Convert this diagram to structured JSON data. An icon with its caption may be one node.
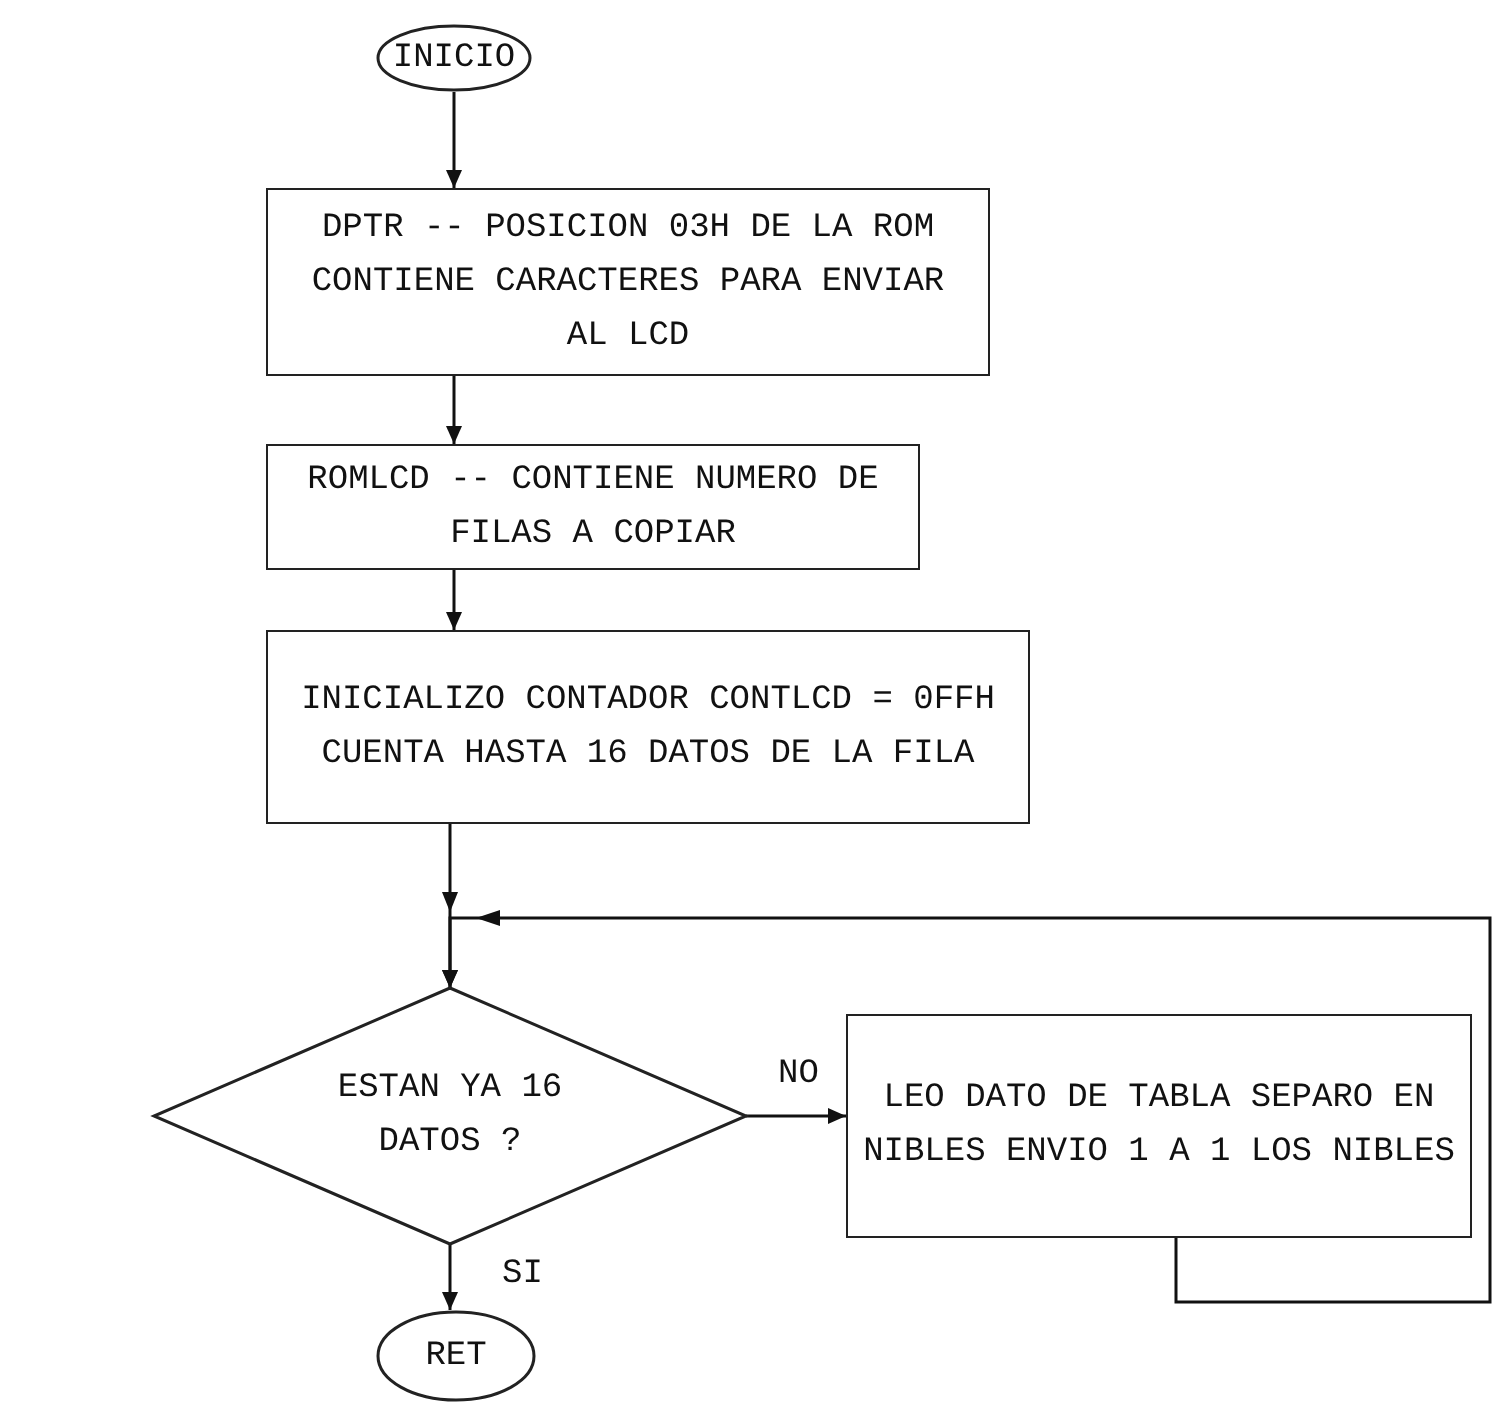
{
  "diagram": {
    "nodes": [
      {
        "text": [
          "INICIO"
        ]
      },
      {
        "text": [
          "DPTR -- POSICION 03H DE LA ROM CONTIENE CARACTERES PARA ENVIAR AL LCD"
        ]
      },
      {
        "text": [
          "ROMLCD -- CONTIENE NUMERO DE FILAS A COPIAR"
        ]
      },
      {
        "text": [
          "INICIALIZO CONTADOR CONTLCD = 0FFH CUENTA HASTA 16 DATOS DE LA FILA"
        ]
      },
      {
        "text": [
          "ESTAN YA 16 DATOS ?"
        ]
      },
      {
        "text": [
          "LEO DATO DE TABLA SEPARO EN NIBLES ENVIO 1 A 1 LOS NIBLES"
        ]
      },
      {
        "text": [
          "RET"
        ]
      }
    ],
    "edges": [
      {
        "from": 0,
        "to": 1,
        "arrow": "to"
      },
      {
        "from": 1,
        "to": 2,
        "arrow": "to"
      },
      {
        "from": 2,
        "to": 3,
        "arrow": "to"
      },
      {
        "from": 3,
        "to": 4,
        "arrow": "to"
      },
      {
        "from": 4,
        "to": 5,
        "arrow": "to",
        "label": "NO"
      },
      {
        "from": 4,
        "to": 6,
        "arrow": "to",
        "label": "SI"
      },
      {
        "from": 5,
        "to": 4,
        "arrow": "to"
      }
    ]
  }
}
